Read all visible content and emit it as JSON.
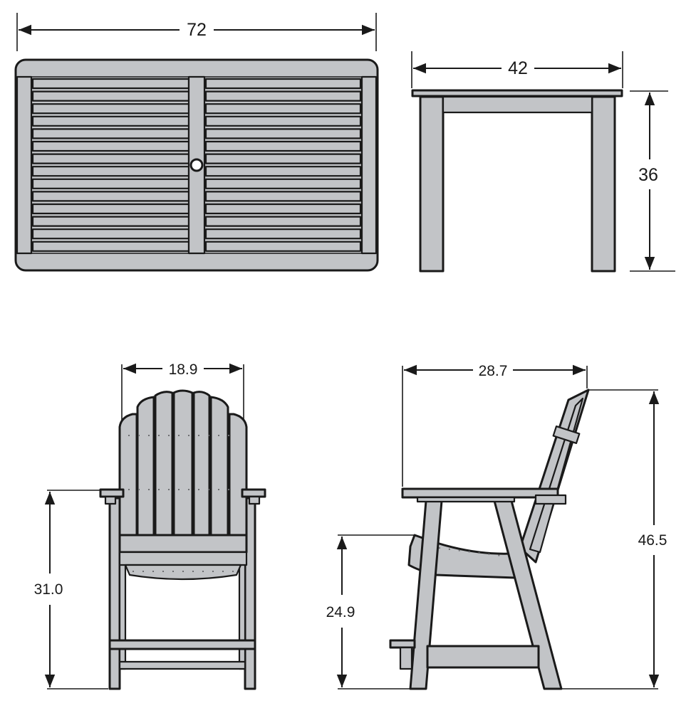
{
  "colors": {
    "line": "#1a1a1a",
    "fill": "#c2c4c7",
    "background": "#ffffff"
  },
  "table_top_view": {
    "width_label": "72"
  },
  "table_side_view": {
    "depth_label": "42",
    "height_label": "36"
  },
  "chair_front_view": {
    "width_label": "18.9",
    "arm_height_label": "31.0"
  },
  "chair_side_view": {
    "depth_label": "28.7",
    "seat_height_label": "24.9",
    "total_height_label": "46.5"
  }
}
